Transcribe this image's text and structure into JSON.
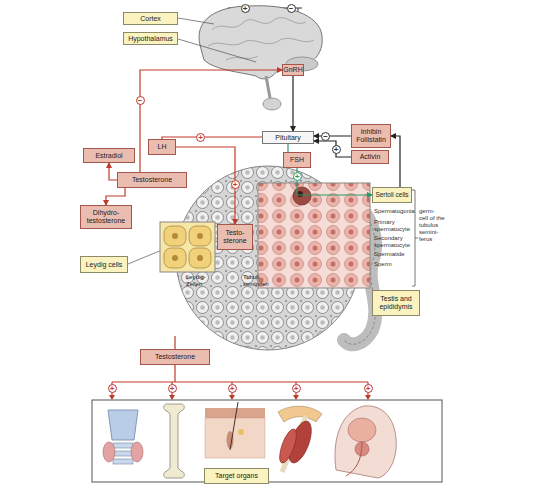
{
  "diagram": {
    "nodes": [
      {
        "text": [
          "Cortex"
        ]
      },
      {
        "text": [
          "Hypothalamus"
        ]
      },
      {
        "text": [
          "GnRH"
        ]
      },
      {
        "text": [
          "Pituitary"
        ]
      },
      {
        "text": [
          "LH"
        ]
      },
      {
        "text": [
          "FSH"
        ]
      },
      {
        "text": [
          "Inhibin Follistatin"
        ]
      },
      {
        "text": [
          "Activin"
        ]
      },
      {
        "text": [
          "Estradiol"
        ]
      },
      {
        "text": [
          "Testosterone"
        ]
      },
      {
        "text": [
          "Dihydro- testosterone"
        ]
      },
      {
        "text": [
          "Leydig cells"
        ]
      },
      {
        "text": [
          "Testo- sterone"
        ]
      },
      {
        "text": [
          "Sertoli cells"
        ]
      },
      {
        "text": [
          "Testis and epididymis"
        ]
      },
      {
        "text": [
          "Testosterone"
        ]
      },
      {
        "text": [
          "Target organs"
        ]
      }
    ],
    "edges": [
      {
        "from": 2,
        "to": 3,
        "arrow": "to"
      },
      {
        "from": 3,
        "to": 4,
        "arrow": "none"
      },
      {
        "from": 4,
        "to": 12,
        "arrow": "to"
      },
      {
        "from": 3,
        "to": 5,
        "arrow": "none"
      },
      {
        "from": 5,
        "to": 13,
        "arrow": "to"
      },
      {
        "from": 6,
        "to": 3,
        "arrow": "to"
      },
      {
        "from": 7,
        "to": 3,
        "arrow": "to"
      },
      {
        "from": 13,
        "to": 6,
        "arrow": "to"
      },
      {
        "from": 9,
        "to": 8,
        "arrow": "to"
      },
      {
        "from": 9,
        "to": 10,
        "arrow": "to"
      },
      {
        "from": 9,
        "to": 2,
        "arrow": "to"
      }
    ],
    "labels": [
      "+",
      "−",
      "−",
      "+",
      "−",
      "+",
      "+",
      "+",
      "Spermatogonia",
      "Primary spermatocyte",
      "Secondary spermatocyte",
      "Spermatide",
      "Sperm",
      "germ- cell of the tubulus semini- ferus",
      "Leydig- Zellen",
      "Tubuli seminiferi",
      "+",
      "+",
      "+",
      "+",
      "+"
    ]
  }
}
